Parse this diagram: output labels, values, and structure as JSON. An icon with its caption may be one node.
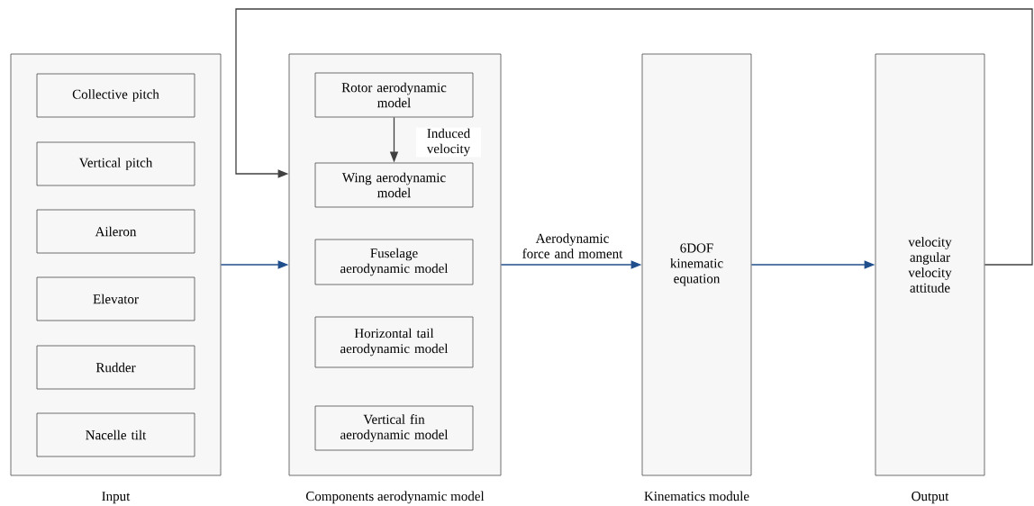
{
  "diagram": {
    "nodes": [
      {
        "text": [
          "Input"
        ]
      },
      {
        "text": [
          "Collective pitch"
        ],
        "in": 0
      },
      {
        "text": [
          "Vertical pitch"
        ],
        "in": 0
      },
      {
        "text": [
          "Aileron"
        ],
        "in": 0
      },
      {
        "text": [
          "Elevator"
        ],
        "in": 0
      },
      {
        "text": [
          "Rudder"
        ],
        "in": 0
      },
      {
        "text": [
          "Nacelle tilt"
        ],
        "in": 0
      },
      {
        "text": [
          "Components aerodynamic model"
        ]
      },
      {
        "text": [
          "Rotor aerodynamic model"
        ],
        "in": 7
      },
      {
        "text": [
          "Wing aerodynamic model"
        ],
        "in": 7
      },
      {
        "text": [
          "Fuselage aerodynamic model"
        ],
        "in": 7
      },
      {
        "text": [
          "Horizontal tail aerodynamic model"
        ],
        "in": 7
      },
      {
        "text": [
          "Vertical fin aerodynamic model"
        ],
        "in": 7
      },
      {
        "text": [
          "6DOF kinematic equation",
          "Kinematics module"
        ]
      },
      {
        "text": [
          "velocity angular velocity attitude",
          "Output"
        ]
      }
    ],
    "edges": [
      {
        "from": 0,
        "to": 7,
        "arrow": "to",
        "color": "#1f4e8c"
      },
      {
        "from": 8,
        "to": 9,
        "arrow": "to",
        "label": "Induced velocity",
        "color": "#404040"
      },
      {
        "from": 7,
        "to": 13,
        "arrow": "to",
        "label": "Aerodynamic force and moment",
        "color": "#1f4e8c"
      },
      {
        "from": 13,
        "to": 14,
        "arrow": "to",
        "color": "#1f4e8c"
      },
      {
        "from": 14,
        "to": 7,
        "arrow": "to",
        "color": "#404040"
      }
    ]
  }
}
